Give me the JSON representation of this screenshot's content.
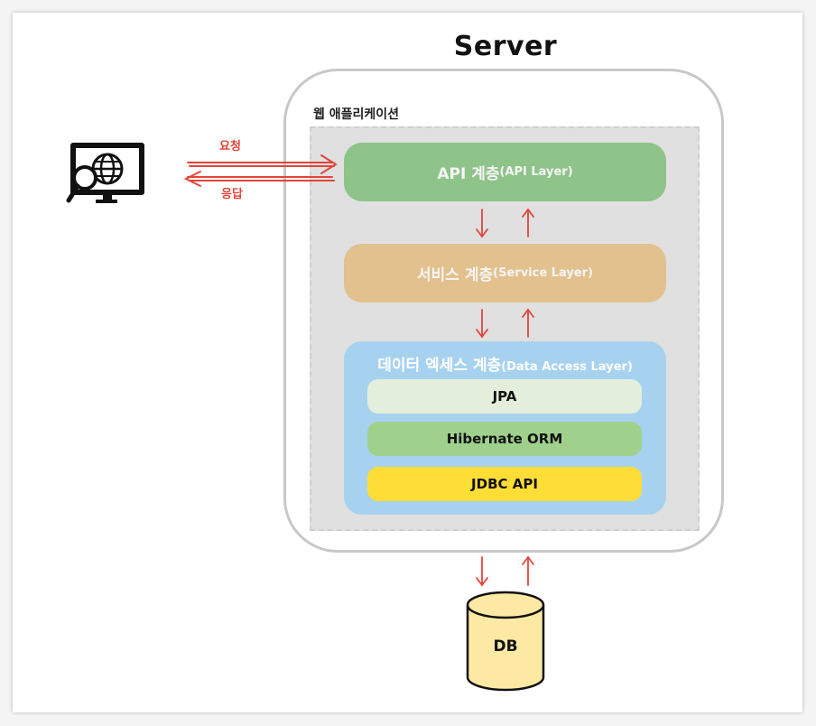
{
  "title": "Server",
  "web_app_label": "웹 애플리케이션",
  "request_label": "요청",
  "response_label": "응답",
  "layers": {
    "api": {
      "name": "API 계층",
      "sub": "(API Layer)"
    },
    "service": {
      "name": "서비스 계층",
      "sub": "(Service Layer)"
    },
    "data_access": {
      "name": "데이터 엑세스 계층",
      "sub": "(Data Access Layer)"
    }
  },
  "data_access_items": [
    "JPA",
    "Hibernate ORM",
    "JDBC API"
  ],
  "db_label": "DB",
  "icons": {
    "client": "monitor-globe-search-icon",
    "database": "database-cylinder-icon"
  },
  "colors": {
    "arrow": "#e2453a",
    "api_layer": "#8ec38a",
    "service_layer": "#e2c18e",
    "data_access_layer": "#a7d2ef",
    "jpa": "#e3eedb",
    "hibernate": "#9fd18d",
    "jdbc": "#fedd36",
    "db": "#fde9a3"
  }
}
